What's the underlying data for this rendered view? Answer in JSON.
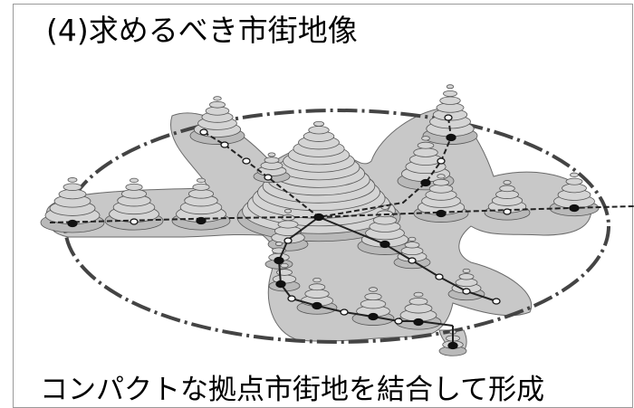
{
  "slide": {
    "title": "(4)求めるべき市街地像",
    "caption": "コンパクトな拠点市街地を結合して形成"
  },
  "diagram": {
    "description_icon": "urban-structure-diagram",
    "colors": {
      "urbanized_area_fill": "#c8c8c8",
      "contour_line": "#555555",
      "boundary_dash": "#444444",
      "transit_line": "#222222",
      "major_station": "#111111",
      "minor_station": "#ffffff"
    }
  }
}
